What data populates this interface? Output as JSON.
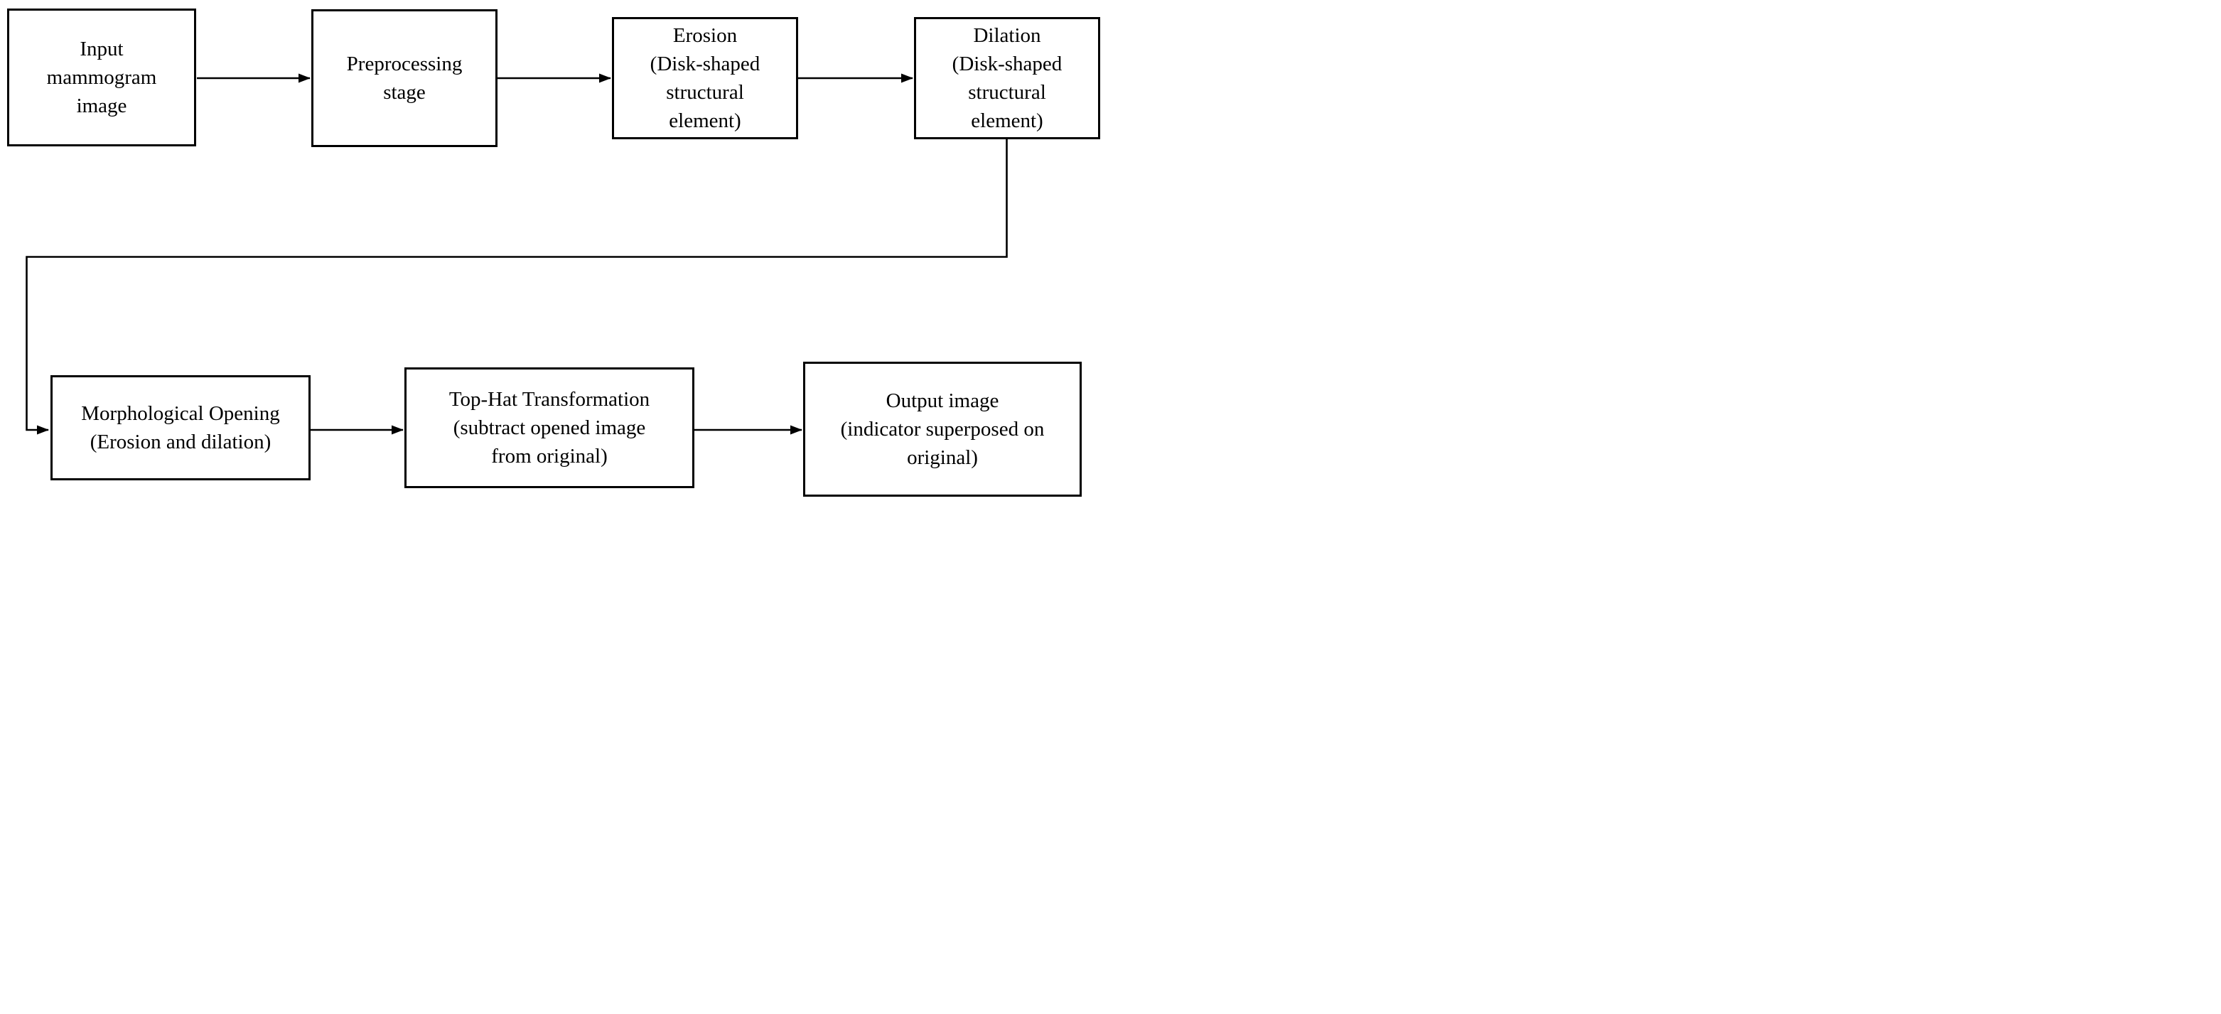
{
  "diagram": {
    "type": "flowchart",
    "colors": {
      "background": "#ffffff",
      "box_fill": "#ffffff",
      "box_border": "#000000",
      "line": "#000000",
      "text": "#000000"
    },
    "nodes": [
      {
        "id": "input",
        "label": "Input\nmammogram\nimage"
      },
      {
        "id": "preprocessing",
        "label": "Preprocessing\nstage"
      },
      {
        "id": "erosion",
        "label": "Erosion\n(Disk-shaped\nstructural\nelement)"
      },
      {
        "id": "dilation",
        "label": "Dilation\n(Disk-shaped\nstructural\nelement)"
      },
      {
        "id": "opening",
        "label": "Morphological Opening\n(Erosion and dilation)"
      },
      {
        "id": "tophat",
        "label": "Top-Hat Transformation\n(subtract opened image\nfrom original)"
      },
      {
        "id": "output",
        "label": "Output image\n(indicator superposed on\noriginal)"
      }
    ],
    "edges": [
      {
        "from": "input",
        "to": "preprocessing"
      },
      {
        "from": "preprocessing",
        "to": "erosion"
      },
      {
        "from": "erosion",
        "to": "dilation"
      },
      {
        "from": "dilation",
        "to": "opening"
      },
      {
        "from": "opening",
        "to": "tophat"
      },
      {
        "from": "tophat",
        "to": "output"
      }
    ]
  }
}
